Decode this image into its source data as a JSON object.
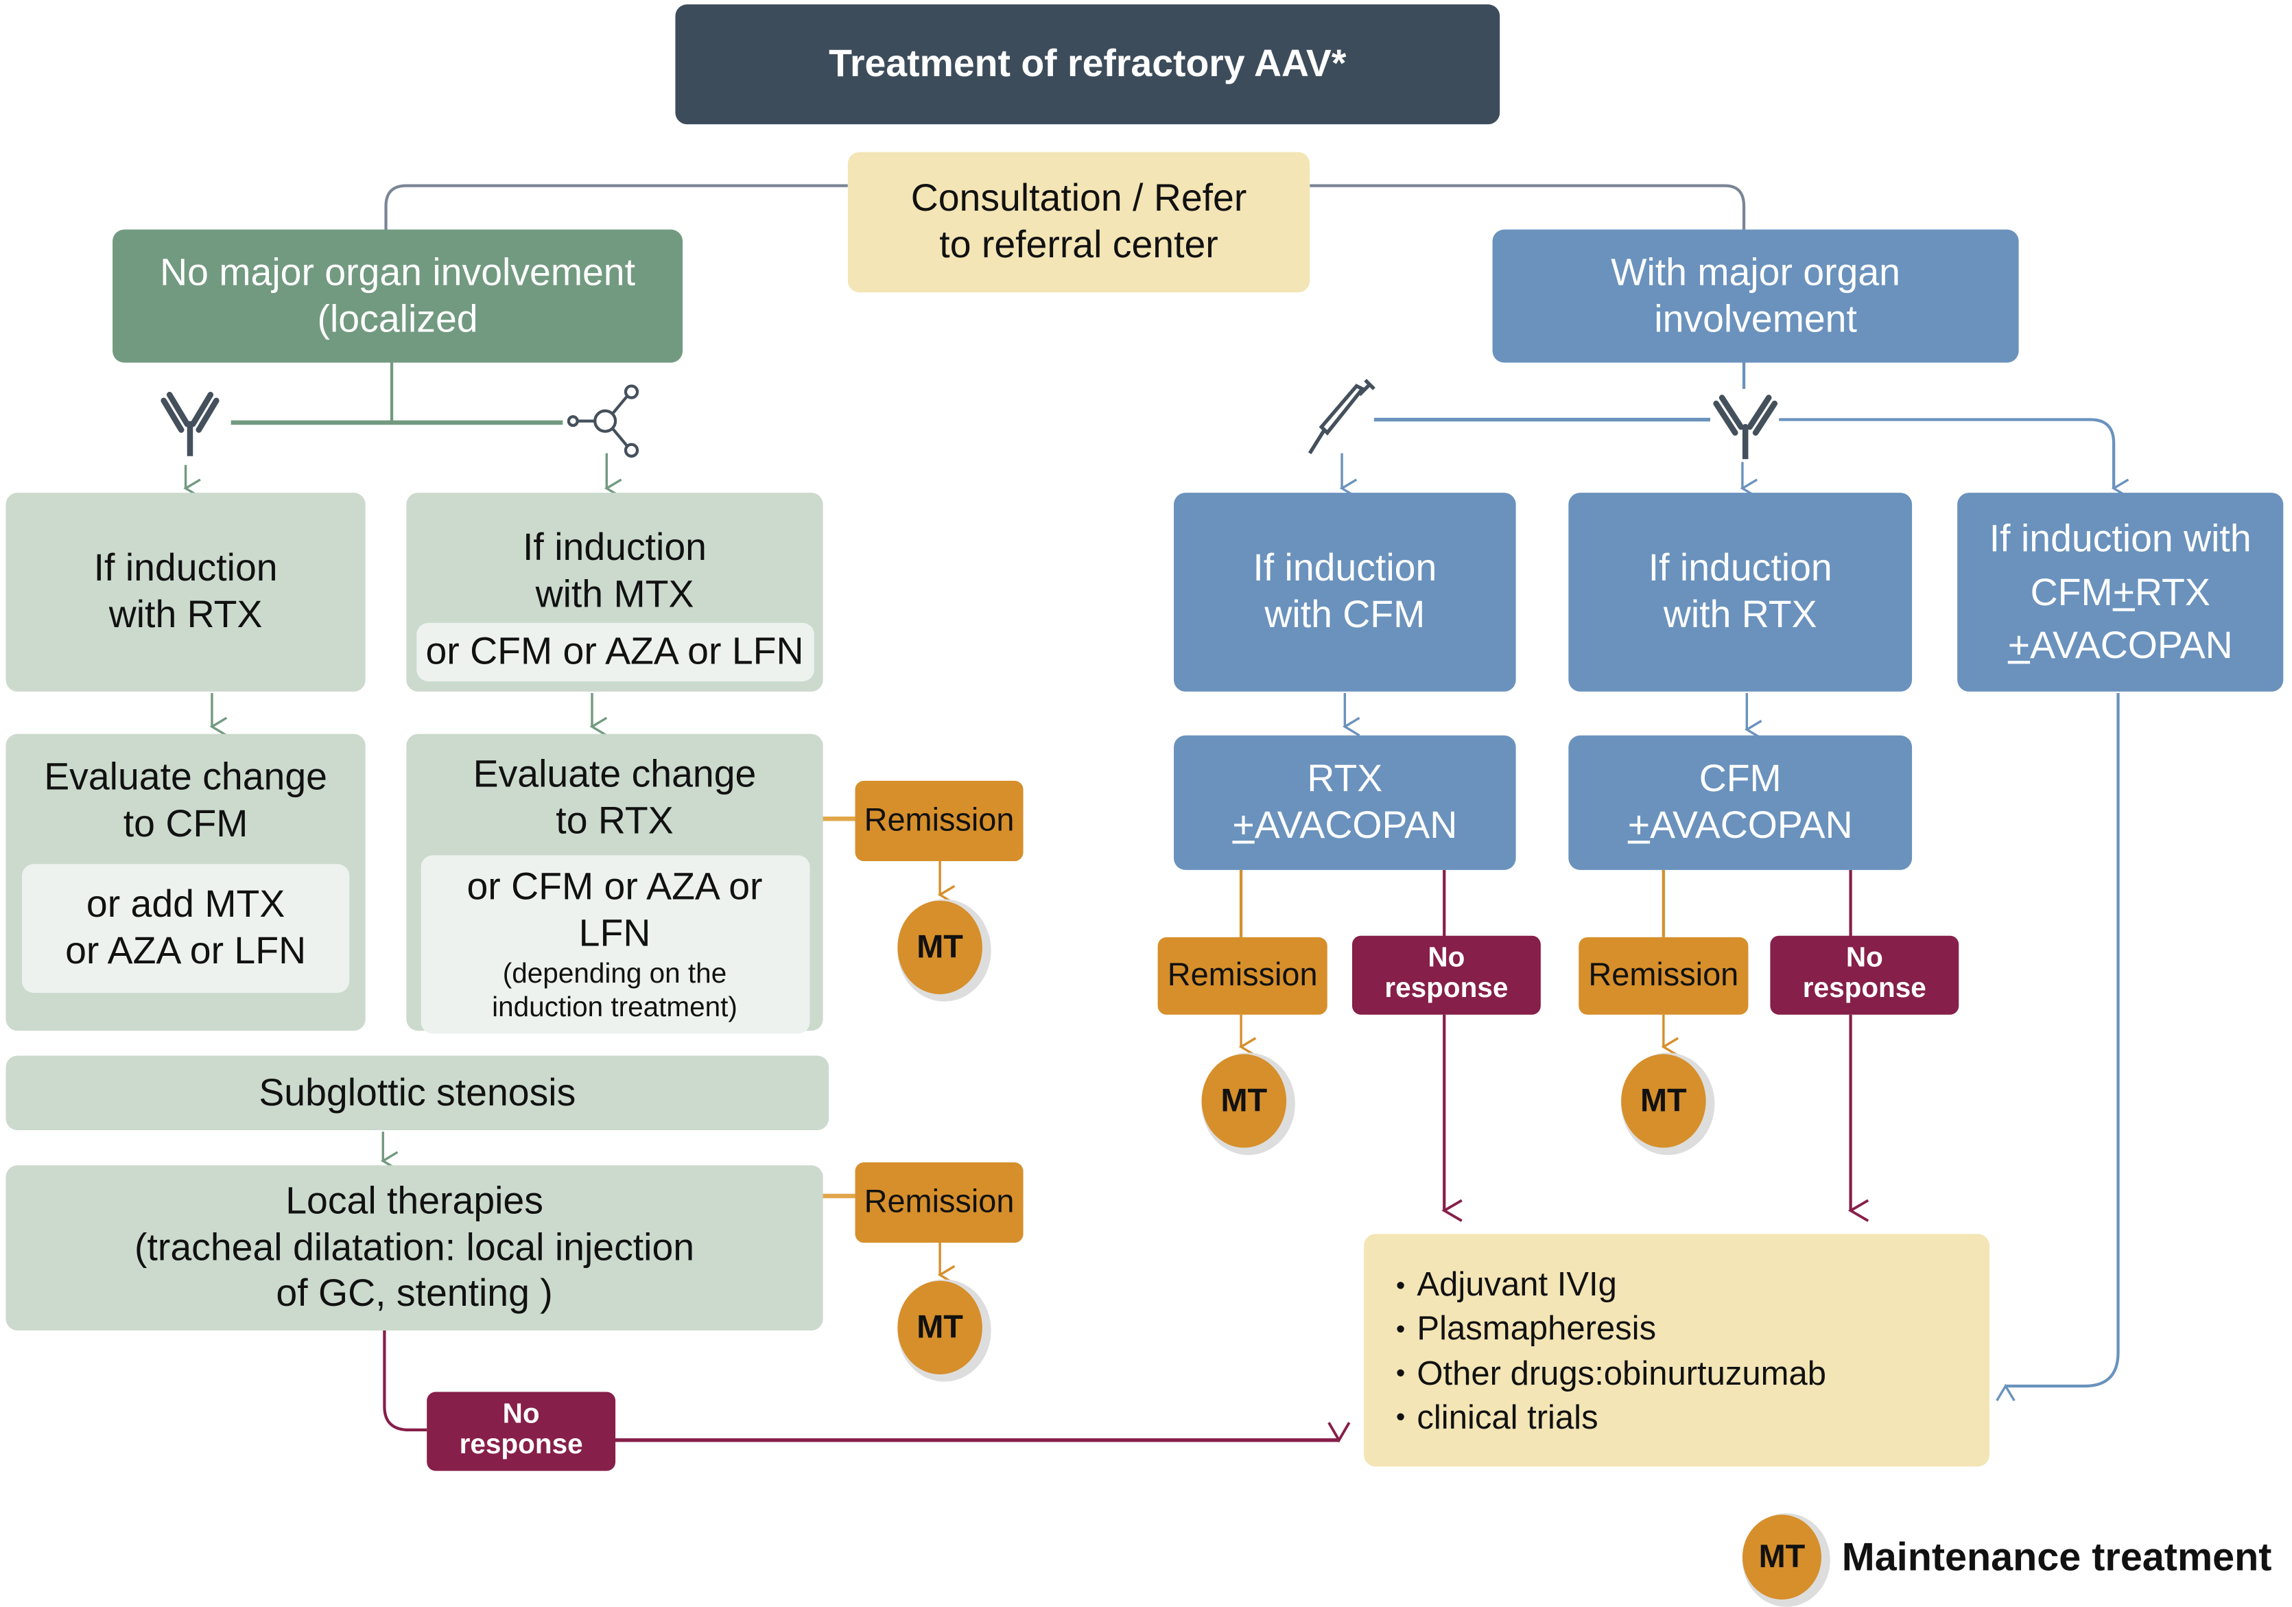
{
  "title": "Treatment of refractory AAV*",
  "consultation": {
    "line1": "Consultation / Refer",
    "line2": "to referral center"
  },
  "left_branch": {
    "header": {
      "line1": "No major organ involvement",
      "line2": "(localized"
    },
    "icons": [
      "antibody-icon",
      "molecule-icon"
    ],
    "col1": {
      "induction": {
        "line1": "If induction",
        "line2": "with RTX"
      },
      "evaluate": {
        "line1": "Evaluate change",
        "line2": "to CFM",
        "alt1": "or add MTX",
        "alt2": "or AZA or LFN"
      }
    },
    "col2": {
      "induction": {
        "line1": "If induction",
        "line2": "with MTX",
        "alt": "or CFM or AZA or LFN"
      },
      "evaluate": {
        "line1": "Evaluate change",
        "line2": "to RTX",
        "alt": "or CFM or AZA or LFN",
        "note1": "(depending on the",
        "note2": "induction treatment)"
      }
    },
    "subglottic": "Subglottic stenosis",
    "local": {
      "line1": "Local therapies",
      "line2": "(tracheal dilatation: local injection",
      "line3": "of GC, stenting )"
    }
  },
  "right_branch": {
    "header": {
      "line1": "With major organ",
      "line2": "involvement"
    },
    "icons": [
      "syringe-icon",
      "antibody-icon"
    ],
    "col1": {
      "induction": {
        "line1": "If induction",
        "line2": "with CFM"
      },
      "next": {
        "line1": "RTX",
        "plusminus": "+",
        "line2": "AVACOPAN"
      }
    },
    "col2": {
      "induction": {
        "line1": "If induction",
        "line2": "with RTX"
      },
      "next": {
        "line1": "CFM",
        "plusminus": "+",
        "line2": "AVACOPAN"
      }
    },
    "col3": {
      "induction": {
        "line1": "If induction with",
        "line2a": "CFM",
        "plusminus": "+",
        "line2b": "RTX",
        "line3": "AVACOPAN"
      }
    }
  },
  "outcomes": {
    "remission": "Remission",
    "no_response_1": "No",
    "no_response_2": "response",
    "mt": "MT"
  },
  "salvage": {
    "items": [
      "Adjuvant IVIg",
      "Plasmapheresis",
      "Other drugs:obinurtuzumab",
      "clinical trials"
    ]
  },
  "legend": {
    "badge": "MT",
    "label": "Maintenance treatment"
  },
  "colors": {
    "title": "#3d4c5b",
    "green": "#729a80",
    "light_green": "#cbdacd",
    "blue": "#6a92bd",
    "yellow": "#f3e5b5",
    "orange": "#d68f2b",
    "maroon": "#861f49"
  }
}
